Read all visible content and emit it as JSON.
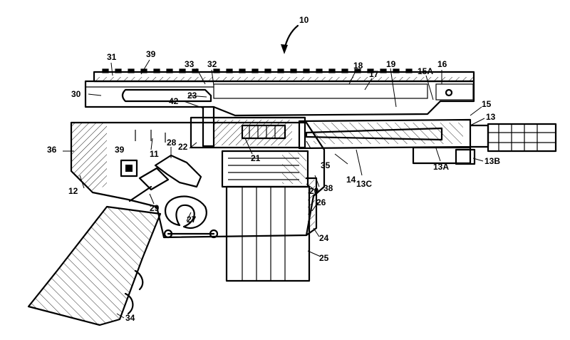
{
  "figure": {
    "reference_numerals": {
      "assembly": "10",
      "r31": "31",
      "r39_rail": "39",
      "r33": "33",
      "r32": "32",
      "r18": "18",
      "r17": "17",
      "r19": "19",
      "r15a": "15A",
      "r16": "16",
      "r30": "30",
      "r42": "42",
      "r23": "23",
      "r15": "15",
      "r13": "13",
      "r36": "36",
      "r11": "11",
      "r28": "28",
      "r22": "22",
      "r21": "21",
      "r39_pin": "39",
      "r35": "35",
      "r14": "14",
      "r13c": "13C",
      "r13a": "13A",
      "r13b": "13B",
      "r12": "12",
      "r20": "20",
      "r38": "38",
      "r26": "26",
      "r29": "29",
      "r27": "27",
      "r24": "24",
      "r25": "25",
      "r34": "34"
    }
  }
}
